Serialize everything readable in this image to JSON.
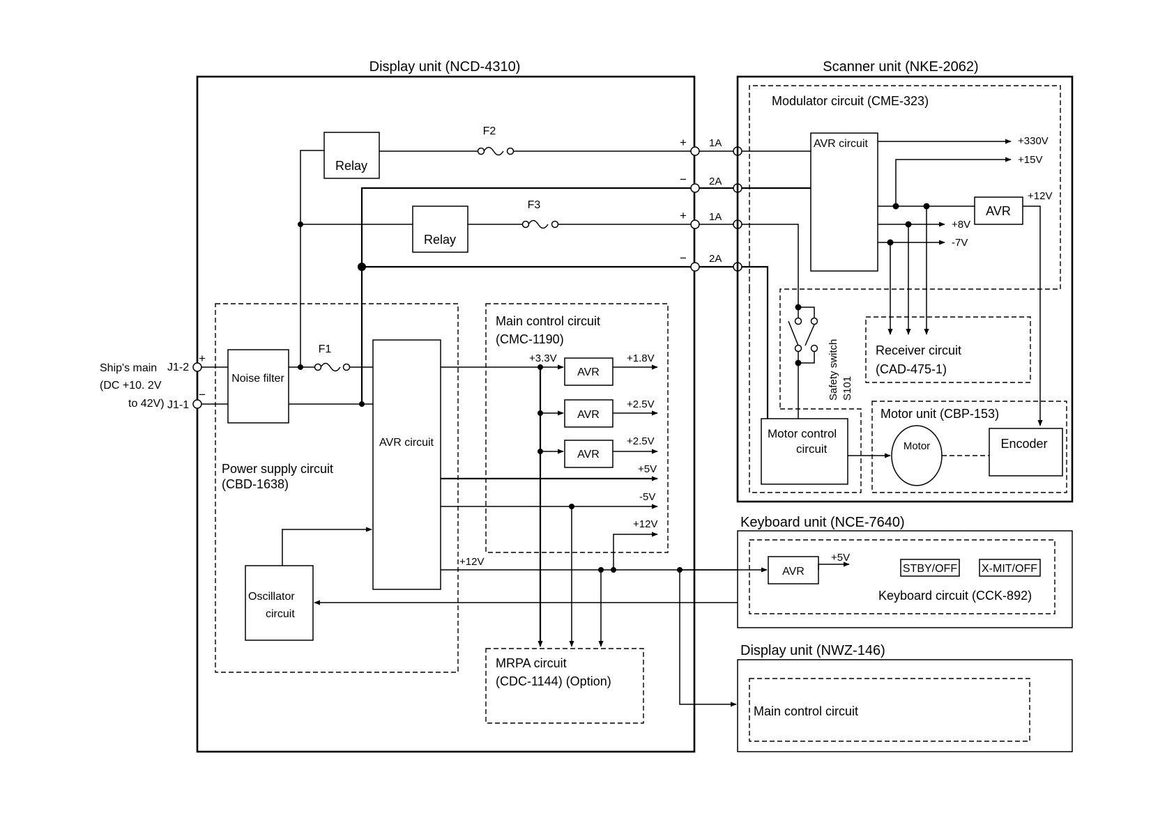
{
  "display_unit": {
    "title": "Display unit (NCD-4310)",
    "relay_labels": [
      "Relay",
      "Relay"
    ],
    "fuse_labels": [
      "F2",
      "F3",
      "F1"
    ],
    "noise_filter": "Noise filter",
    "power_supply": {
      "title": "Power supply circuit",
      "model": "(CBD-1638)"
    },
    "avr_circuit": "AVR circuit",
    "oscillator": {
      "line1": "Oscillator",
      "line2": "circuit"
    },
    "main_control": {
      "title": "Main control circuit",
      "model": "(CMC-1190)"
    },
    "avr_label": "AVR",
    "voltages": {
      "v33": "+3.3V",
      "v18": "+1.8V",
      "v25a": "+2.5V",
      "v25b": "+2.5V",
      "v5": "+5V",
      "vm5": "-5V",
      "v12": "+12V",
      "v12b": "+12V"
    },
    "mrpa": {
      "title": "MRPA circuit",
      "model": "(CDC-1144)  (Option)"
    },
    "ship_main": {
      "line1": "Ship's main",
      "line2": "(DC +10. 2V",
      "line3": "to 42V)"
    },
    "j12": "J1-2",
    "j11": "J1-1",
    "plus": "+",
    "minus": "−"
  },
  "connectors": {
    "labels": [
      "1A",
      "2A",
      "1A",
      "2A"
    ],
    "polarity": [
      "+",
      "−",
      "+",
      "−"
    ]
  },
  "scanner_unit": {
    "title": "Scanner unit (NKE-2062)",
    "modulator": "Modulator  circuit  (CME-323)",
    "avr_circuit": "AVR circuit",
    "avr": "AVR",
    "outputs": {
      "v330": "+330V",
      "v15": "+15V",
      "v12": "+12V",
      "v8": "+8V",
      "vm7": "-7V"
    },
    "receiver": {
      "title": "Receiver circuit",
      "model": "(CAD-475-1)"
    },
    "safety_switch": {
      "line1": "Safety switch",
      "line2": "S101"
    },
    "motor_control": {
      "line1": "Motor control",
      "line2": "circuit"
    },
    "motor_unit": "Motor unit (CBP-153)",
    "motor": "Motor",
    "encoder": "Encoder"
  },
  "keyboard_unit": {
    "title": "Keyboard unit (NCE-7640)",
    "avr": "AVR",
    "v5": "+5V",
    "stby": "STBY/OFF",
    "xmit": "X-MIT/OFF",
    "circuit": "Keyboard circuit (CCK-892)"
  },
  "display_unit2": {
    "title": "Display unit (NWZ-146)",
    "main_control": "Main control circuit"
  }
}
